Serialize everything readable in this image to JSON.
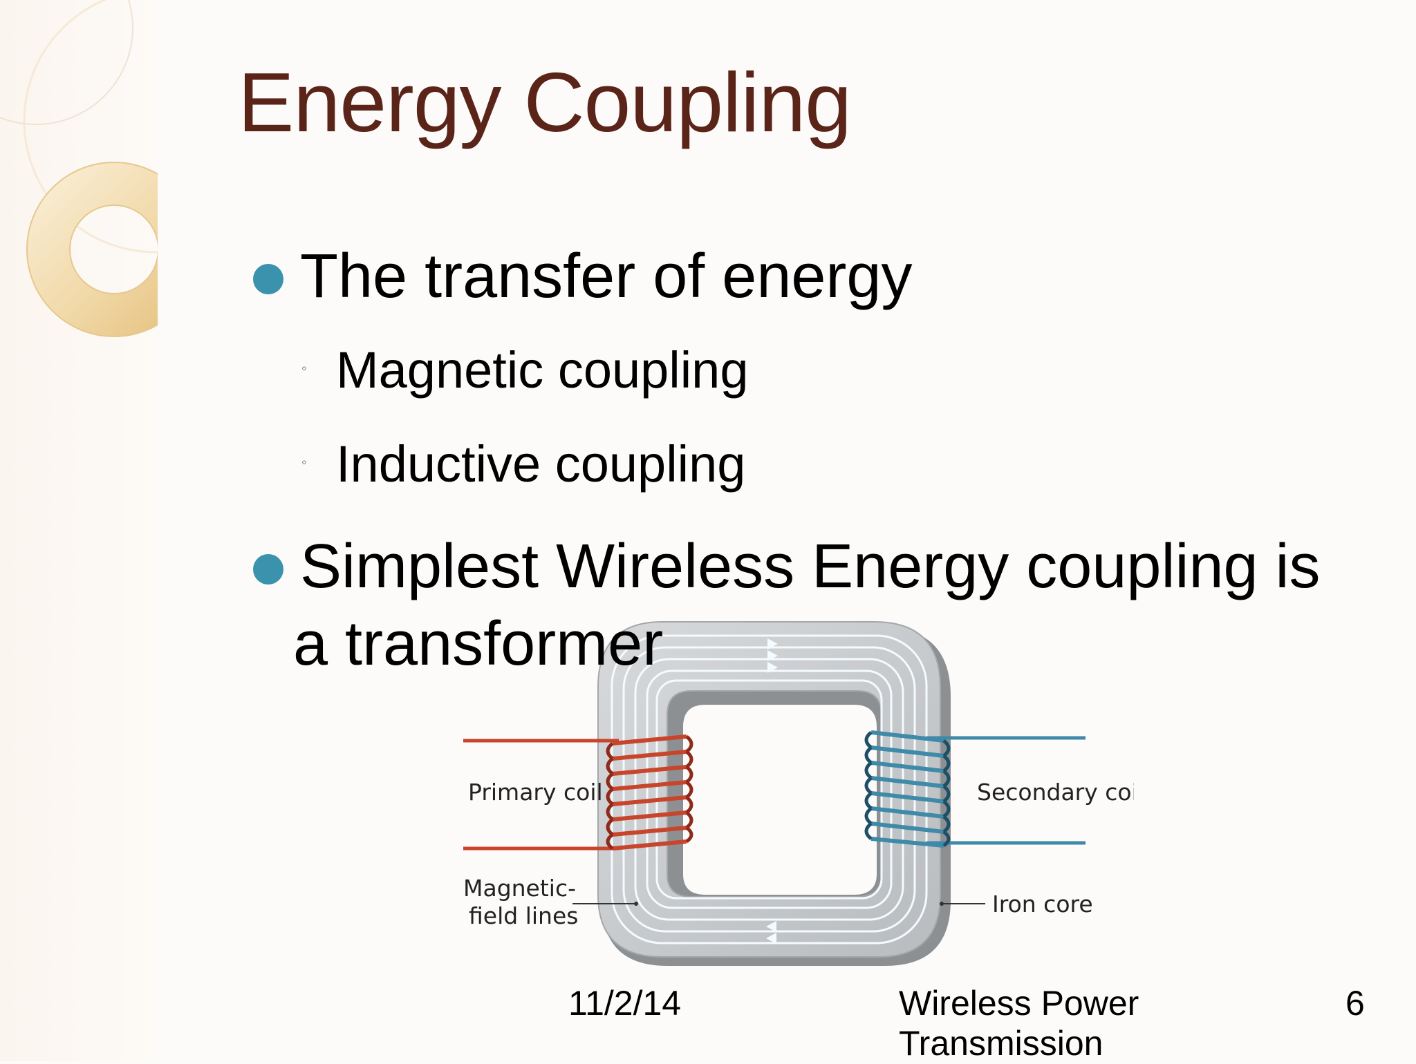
{
  "slide": {
    "title": "Energy Coupling",
    "bullets": [
      {
        "text": "The transfer of energy",
        "sub": [
          "Magnetic coupling",
          "Inductive coupling"
        ]
      },
      {
        "line1": "Simplest Wireless Energy coupling is",
        "line2": "a transformer"
      }
    ],
    "diagram_labels": {
      "primary_coil": "Primary coil",
      "secondary_coil": "Secondary coil",
      "magnetic_field_lines_1": "Magnetic-",
      "magnetic_field_lines_2": "field lines",
      "iron_core": "Iron core"
    },
    "footer": {
      "date": "11/2/14",
      "title_line1": "Wireless Power",
      "title_line2": "Transmission",
      "page_number": "6"
    }
  },
  "colors": {
    "title": "#5a2419",
    "bullet_dot": "#3a92ad",
    "primary_coil": "#c8452c",
    "secondary_coil": "#3f8aa8",
    "iron_core": "#c9cbcd"
  }
}
